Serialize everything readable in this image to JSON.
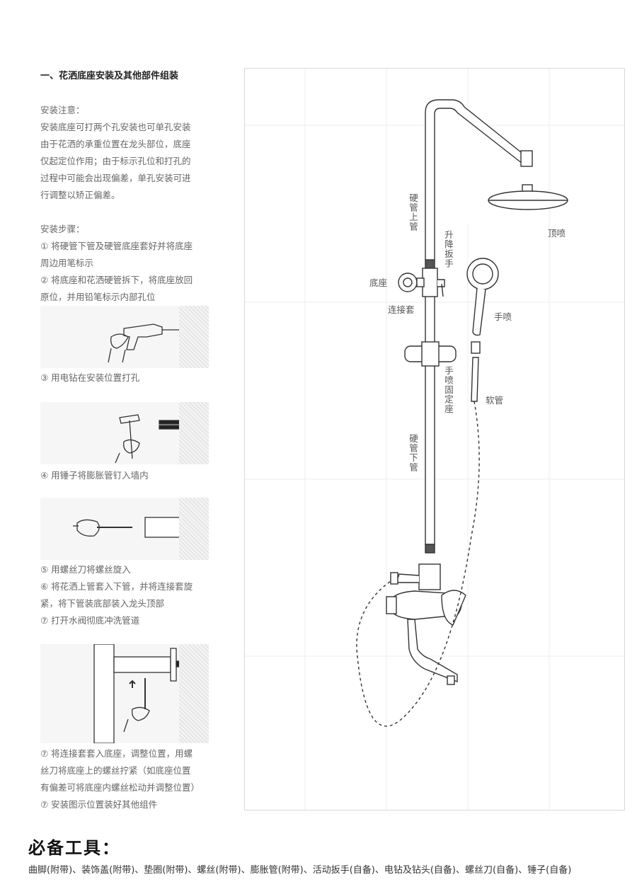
{
  "heading": "一、花洒底座安装及其他部件组装",
  "note": {
    "lines": [
      "安装注意：",
      "安装底座可打两个孔安装也可单孔安装",
      "由于花洒的承重位置在龙头部位，底座",
      "仅起定位作用；由于标示孔位和打孔的",
      "过程中可能会出现偏差，单孔安装可进",
      "行调整以矫正偏差。",
      "",
      "安装步骤：",
      "① 将硬管下管及硬管底座套好并将底座",
      "周边用笔标示",
      "② 将底座和花洒硬管拆下，将底座放回",
      "原位，并用铅笔标示内部孔位"
    ]
  },
  "steps": {
    "s3": "③ 用电钻在安装位置打孔",
    "s4": "④ 用锤子将膨胀管钉入墙内",
    "s5": "⑤ 用螺丝刀将螺丝旋入",
    "s6a": "⑥ 将花洒上管套入下管，并将连接套旋",
    "s6b": "紧，将下管装底部装入龙头顶部",
    "s7": "⑦ 打开水阀彻底冲洗管道",
    "s8a": "⑦ 将连接套套入底座，调整位置，用螺",
    "s8b": "丝刀将底座上的螺丝拧紧（如底座位置",
    "s8c": "有偏差可将底座内螺丝松动并调整位置）",
    "s9": "⑦ 安装图示位置装好其他组件"
  },
  "labels": {
    "top_pipe": "硬管上管",
    "wrench": "升降扳手",
    "base": "底座",
    "top_spray": "顶喷",
    "connector": "连接套",
    "hand_spray": "手喷",
    "holder": "手喷固定座",
    "hose": "软管",
    "bottom_pipe": "硬管下管"
  },
  "tools": {
    "title": "必备工具：",
    "list": "曲脚(附带)、装饰盖(附带)、垫圈(附带)、螺丝(附带)、膨胀管(附带)、活动扳手(自备)、电钻及钻头(自备)、螺丝刀(自备)、锤子(自备)"
  },
  "icons": [
    "drill-icon",
    "hammer-icon",
    "screwdriver-icon",
    "wall-base-icon"
  ]
}
